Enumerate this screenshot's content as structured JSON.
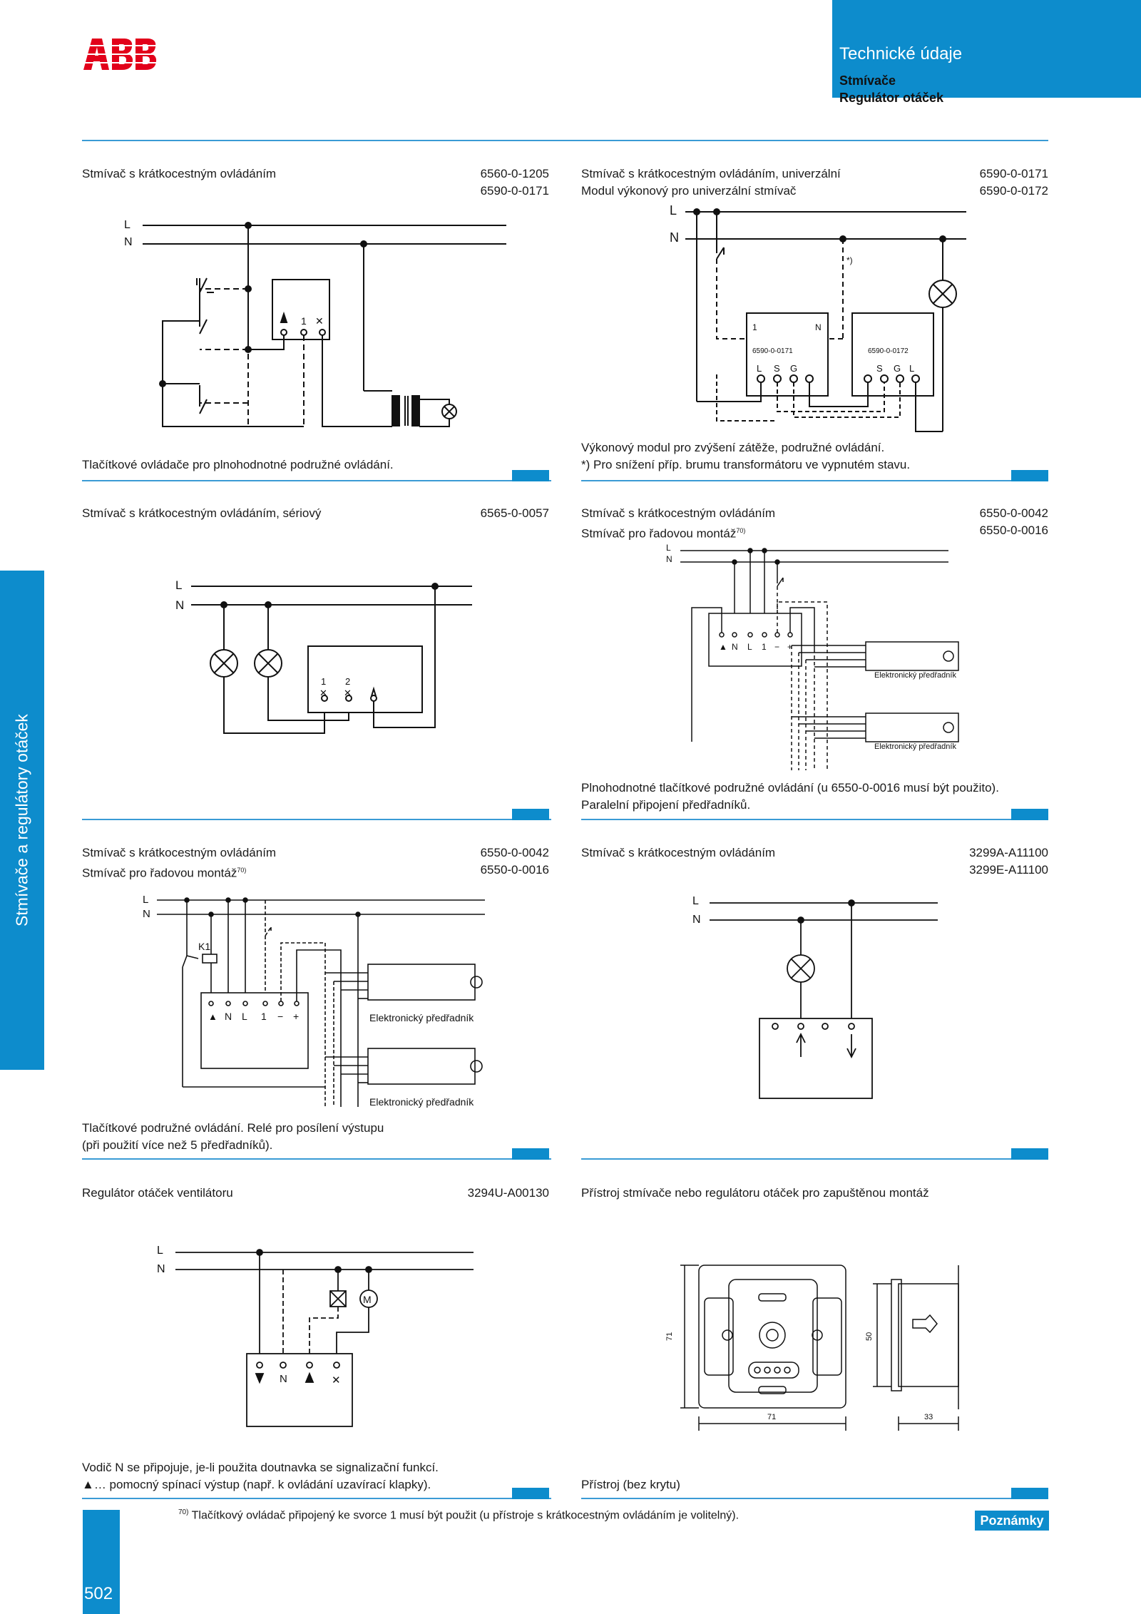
{
  "header": {
    "title": "Technické údaje",
    "subtitle1": "Stmívače",
    "subtitle2": "Regulátor otáček"
  },
  "sidebar_label": "Stmívače a regulátory otáček",
  "page_number": "502",
  "notes_tab": "Poznámky",
  "footnote_mark": "70)",
  "footnote": "Tlačítkový ovládač připojený ke svorce 1 musí být použit (u přístroje s krátkocestným ovládáním je volitelný).",
  "sections": {
    "s1": {
      "title": "Stmívač s krátkocestným ovládáním",
      "code1": "6560-0-1205",
      "code2": "6590-0-0171",
      "caption1": "Tlačítkové ovládače pro plnohodnotné podružné ovládání."
    },
    "s2": {
      "title1": "Stmívač s krátkocestným ovládáním, univerzální",
      "code1": "6590-0-0171",
      "title2": "Modul výkonový pro univerzální stmívač",
      "code2": "6590-0-0172",
      "caption1": "Výkonový modul pro zvýšení zátěže, podružné ovládání.",
      "caption2": "*) Pro snížení příp. brumu transformátoru ve vypnutém stavu."
    },
    "s3": {
      "title": "Stmívač s krátkocestným ovládáním, sériový",
      "code1": "6565-0-0057"
    },
    "s4": {
      "title1": "Stmívač s krátkocestným ovládáním",
      "code1": "6550-0-0042",
      "title2": "Stmívač pro řadovou montáž",
      "sup": "70)",
      "code2": "6550-0-0016",
      "caption1": "Plnohodnotné tlačítkové podružné ovládání (u 6550-0-0016 musí být použito).",
      "caption2": "Paralelní připojení předřadníků."
    },
    "s5": {
      "title1": "Stmívač s krátkocestným ovládáním",
      "code1": "6550-0-0042",
      "title2": "Stmívač pro řadovou montáž",
      "sup": "70)",
      "code2": "6550-0-0016",
      "caption1": "Tlačítkové podružné ovládání. Relé pro posílení výstupu",
      "caption2": "(při použití více než 5 předřadníků)."
    },
    "s6": {
      "title": "Stmívač s krátkocestným ovládáním",
      "code1": "3299A-A11100",
      "code2": "3299E-A11100"
    },
    "s7": {
      "title": "Regulátor otáček ventilátoru",
      "code1": "3294U-A00130",
      "caption1": "Vodič N se připojuje, je-li použita doutnavka se signalizační funkcí.",
      "caption2": "▲… pomocný spínací výstup (např. k ovládání uzavírací klapky)."
    },
    "s8": {
      "title": "Přístroj stmívače nebo regulátoru otáček pro zapuštěnou montáž",
      "caption1": "Přístroj (bez krytu)"
    }
  },
  "diagram_labels": {
    "L": "L",
    "N": "N",
    "one": "1",
    "two": "2",
    "star": "*)",
    "module_a": "6590-0-0171",
    "module_b": "6590-0-0172",
    "S": "S",
    "G": "G",
    "minus": "−",
    "plus": "+",
    "K1": "K1",
    "M": "M",
    "ballast": "Elektronický předřadník",
    "dim71": "71",
    "dim50": "50",
    "dim33": "33"
  },
  "colors": {
    "accent": "#0d8ccc",
    "logo": "#e2001a"
  }
}
